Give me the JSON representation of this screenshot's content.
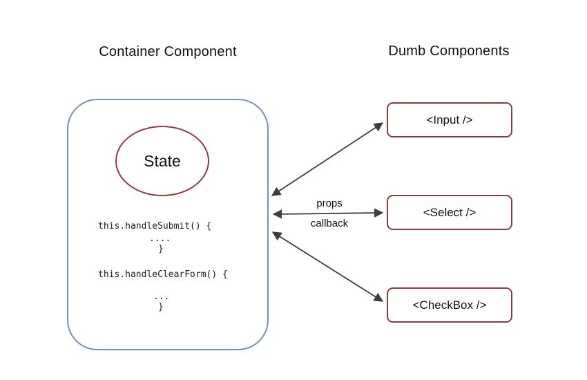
{
  "titles": {
    "container": "Container Component",
    "dumb": "Dumb Components"
  },
  "container": {
    "state_label": "State",
    "code_lines": [
      "this.handleSubmit() {",
      "....",
      "}",
      "this.handleClearForm() {",
      "...",
      "}"
    ]
  },
  "dumb_components": [
    {
      "label": "<Input />"
    },
    {
      "label": "<Select />"
    },
    {
      "label": "<CheckBox />"
    }
  ],
  "arrow_labels": {
    "props": "props",
    "callback": "callback"
  },
  "colors": {
    "container_border": "#7191c6",
    "node_border": "#8e3b3b",
    "arrow": "#3d3d3d",
    "text": "#111111"
  }
}
